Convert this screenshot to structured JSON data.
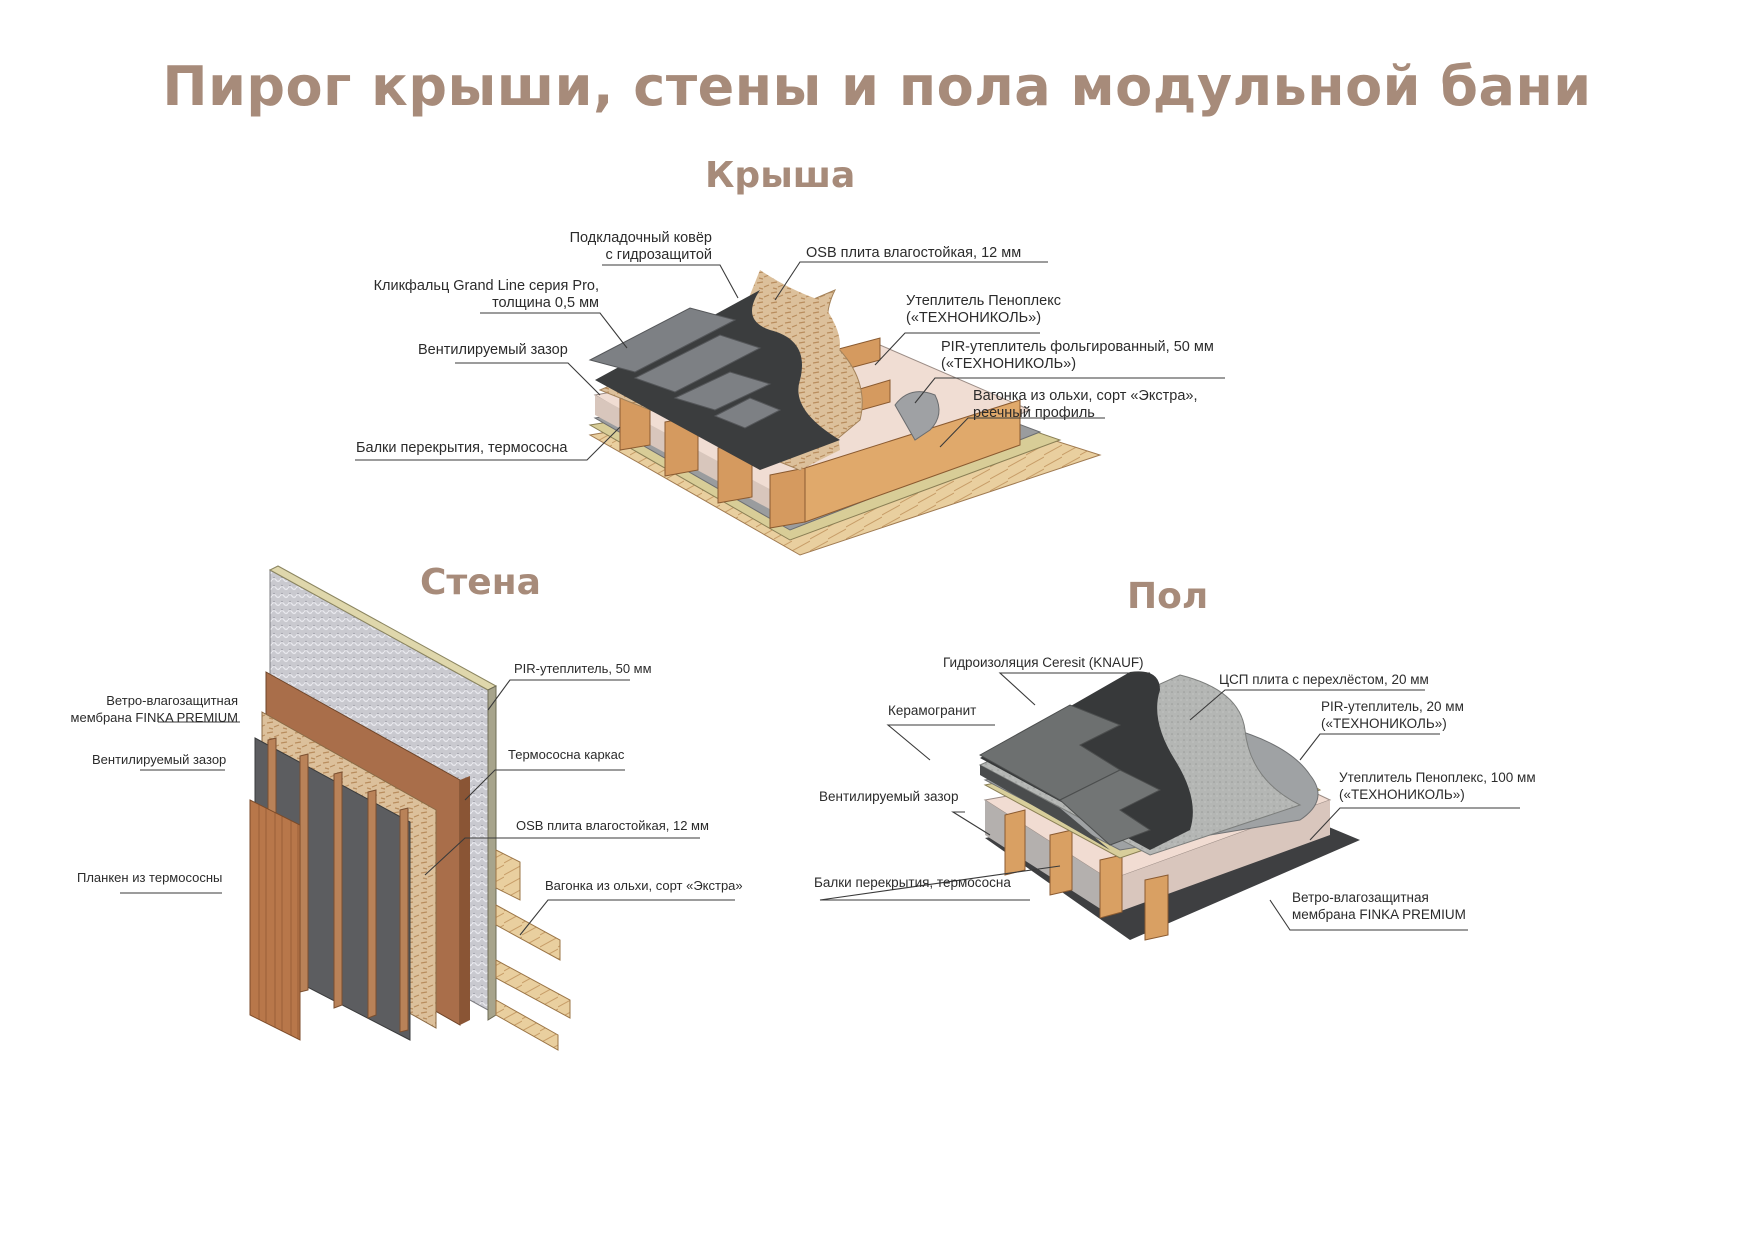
{
  "title": "Пирог крыши, стены и пола модульной бани",
  "sections": {
    "roof": {
      "title": "Крыша",
      "labels": [
        {
          "id": "underlay",
          "lines": [
            "Подкладочный ковёр",
            "с гидрозащитой"
          ]
        },
        {
          "id": "clickfalz",
          "lines": [
            "Кликфальц Grand Line серия Pro,",
            "толщина 0,5 мм"
          ]
        },
        {
          "id": "vent_gap",
          "lines": [
            "Вентилируемый зазор"
          ]
        },
        {
          "id": "beams",
          "lines": [
            "Балки перекрытия, термососна"
          ]
        },
        {
          "id": "osb",
          "lines": [
            "OSB плита влагостойкая, 12 мм"
          ]
        },
        {
          "id": "penoplex",
          "lines": [
            "Утеплитель Пеноплекс",
            "(«ТЕХНОНИКОЛЬ»)"
          ]
        },
        {
          "id": "pir_foil",
          "lines": [
            "PIR-утеплитель фольгированный, 50 мм",
            "(«ТЕХНОНИКОЛЬ»)"
          ]
        },
        {
          "id": "lining",
          "lines": [
            "Вагонка из ольхи, сорт «Экстра»,",
            "реечный  профиль"
          ]
        }
      ]
    },
    "wall": {
      "title": "Стена",
      "labels": [
        {
          "id": "membrane",
          "lines": [
            "Ветро-влагозащитная",
            "мембрана FINKA PREMIUM"
          ]
        },
        {
          "id": "vent_gap",
          "lines": [
            "Вентилируемый зазор"
          ]
        },
        {
          "id": "planken",
          "lines": [
            "Планкен из термососны"
          ]
        },
        {
          "id": "pir",
          "lines": [
            "PIR-утеплитель, 50 мм"
          ]
        },
        {
          "id": "frame",
          "lines": [
            "Термососна каркас"
          ]
        },
        {
          "id": "osb",
          "lines": [
            "OSB плита влагостойкая, 12 мм"
          ]
        },
        {
          "id": "lining",
          "lines": [
            "Вагонка из ольхи, сорт «Экстра»"
          ]
        }
      ]
    },
    "floor": {
      "title": "Пол",
      "labels": [
        {
          "id": "waterproofing",
          "lines": [
            "Гидроизоляция Ceresit (KNAUF)"
          ]
        },
        {
          "id": "porcelain",
          "lines": [
            "Керамогранит"
          ]
        },
        {
          "id": "vent_gap",
          "lines": [
            "Вентилируемый зазор"
          ]
        },
        {
          "id": "beams",
          "lines": [
            "Балки перекрытия, термососна"
          ]
        },
        {
          "id": "csp",
          "lines": [
            "ЦСП плита с перехлёстом, 20 мм"
          ]
        },
        {
          "id": "pir",
          "lines": [
            "PIR-утеплитель, 20 мм",
            "(«ТЕХНОНИКОЛЬ»)"
          ]
        },
        {
          "id": "penoplex",
          "lines": [
            "Утеплитель Пеноплекс, 100 мм",
            "(«ТЕХНОНИКОЛЬ»)"
          ]
        },
        {
          "id": "membrane",
          "lines": [
            "Ветро-влагозащитная",
            "мембрана FINKA PREMIUM"
          ]
        }
      ]
    }
  },
  "colors": {
    "heading": "#a78b7a",
    "text": "#2b2b2b",
    "leader": "#3a3a3a",
    "dark_membrane": "#3b3d3e",
    "metal": "#7a7d80",
    "osb": "#d6b892",
    "wood": "#d49a5c",
    "pink_insulation": "#f1dcd2",
    "foil": "#c8c8cc",
    "pir_edge": "#d8cfa6",
    "lining": "#e8cfa0",
    "brown_board": "#a96e4a",
    "gray_concrete": "#a7a9a8"
  }
}
